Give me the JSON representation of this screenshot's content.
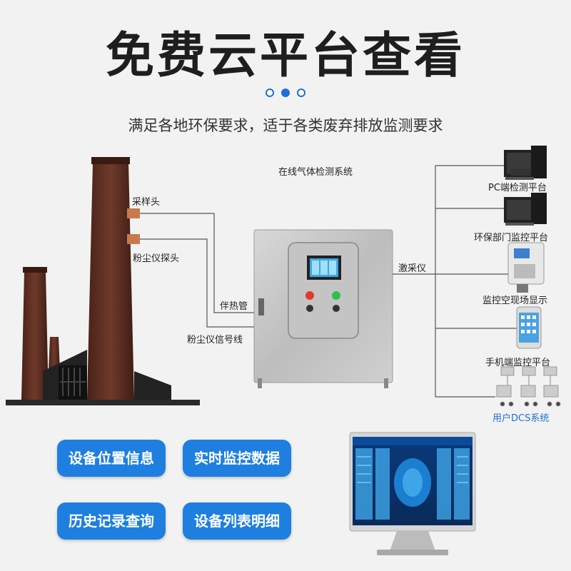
{
  "header": {
    "title": "免费云平台查看",
    "subtitle": "满足各地环保要求，适于各类废弃排放监测要求"
  },
  "diagram": {
    "system_label": "在线气体检测系统",
    "chimney_labels": {
      "sampling_head": "采样头",
      "dust_probe": "粉尘仪探头",
      "heat_tube": "伴热管",
      "dust_signal_line": "粉尘仪信号线"
    },
    "acquisition_label": "激采仪",
    "targets": {
      "pc_platform": "PC端检测平台",
      "env_dept_platform": "环保部门监控平台",
      "onsite_display": "监控空现场显示",
      "mobile_platform": "手机端监控平台",
      "dcs_system": "用户DCS系统"
    }
  },
  "features": {
    "location_info": "设备位置信息",
    "realtime_data": "实时监控数据",
    "history_query": "历史记录查询",
    "device_list": "设备列表明细"
  },
  "colors": {
    "accent": "#1e7fe0",
    "chimney": "#5a2f22",
    "cabinet": "#c9c9c9"
  }
}
